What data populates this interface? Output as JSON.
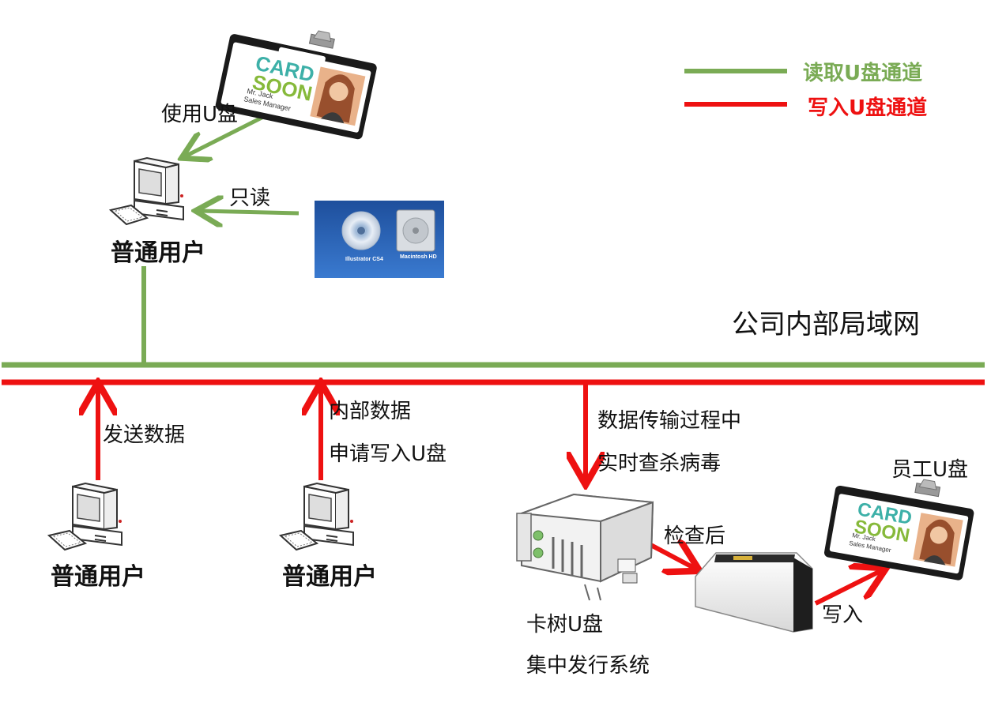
{
  "legend": {
    "read_label": "读取U盘通道",
    "write_label": "写入U盘通道",
    "read_color": "#7aab55",
    "write_color": "#ee1111"
  },
  "network": {
    "label": "公司内部局域网"
  },
  "top": {
    "use_label": "使用U盘",
    "readonly_label": "只读",
    "user_label": "普通用户",
    "card": {
      "name": "Mr. Jack",
      "title": "Sales Manager",
      "brand_line1": "CARD",
      "brand_line2": "SOON"
    },
    "drives": [
      {
        "label": "Illustrator CS4"
      },
      {
        "label": "Macintosh HD"
      }
    ]
  },
  "bottom": {
    "user1": {
      "label": "普通用户",
      "action": "发送数据"
    },
    "user2": {
      "label": "普通用户",
      "action_line1": "内部数据",
      "action_line2": "申请写入U盘"
    },
    "scan": {
      "line1": "数据传输过程中",
      "line2": "实时查杀病毒"
    },
    "server": {
      "line1": "卡树U盘",
      "line2": "集中发行系统"
    },
    "after_check": "检查后",
    "write": "写入",
    "staff_usb": "员工U盘",
    "card": {
      "name": "Mr. Jack",
      "title": "Sales Manager",
      "brand_line1": "CARD",
      "brand_line2": "SOON"
    }
  }
}
